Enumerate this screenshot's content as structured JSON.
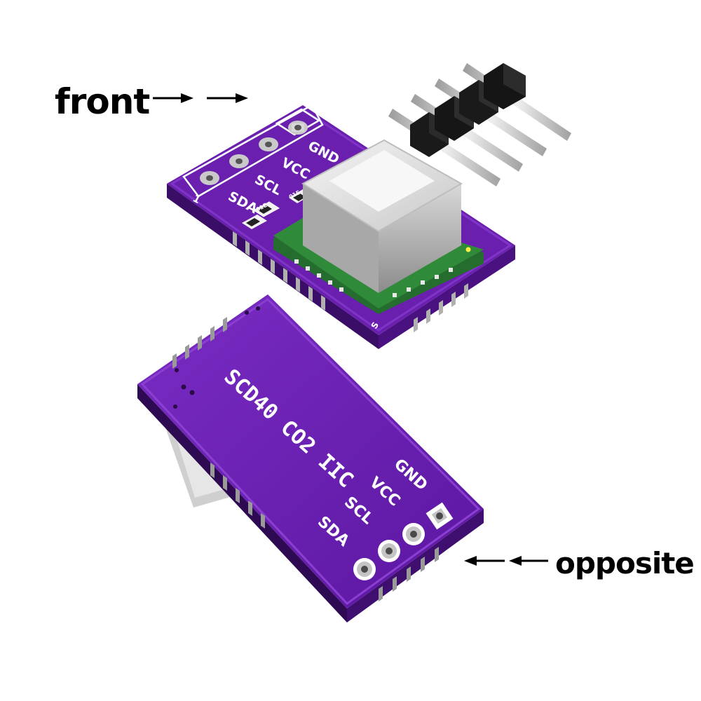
{
  "callouts": {
    "front": "front",
    "opposite": "opposite"
  },
  "front_board": {
    "pins": [
      "GND",
      "VCC",
      "SCL",
      "SDA"
    ],
    "pin1_mark": "1",
    "component_marks": [
      "103",
      "01E",
      "01E"
    ],
    "corner_mark": "S"
  },
  "back_board": {
    "title": "SCD40 CO2 IIC",
    "pins": [
      "GND",
      "VCC",
      "SCL",
      "SDA"
    ]
  },
  "colors": {
    "pcb": "#6a1fae",
    "pcb_dark": "#4a1280",
    "pcb_light": "#8a3fd0",
    "sensor_shield": "#d8d8d8",
    "sensor_pcb": "#2f8a3a",
    "header_plastic": "#1a1a1a",
    "pin_metal": "#c8c8c8",
    "callout_text": "#000000"
  }
}
